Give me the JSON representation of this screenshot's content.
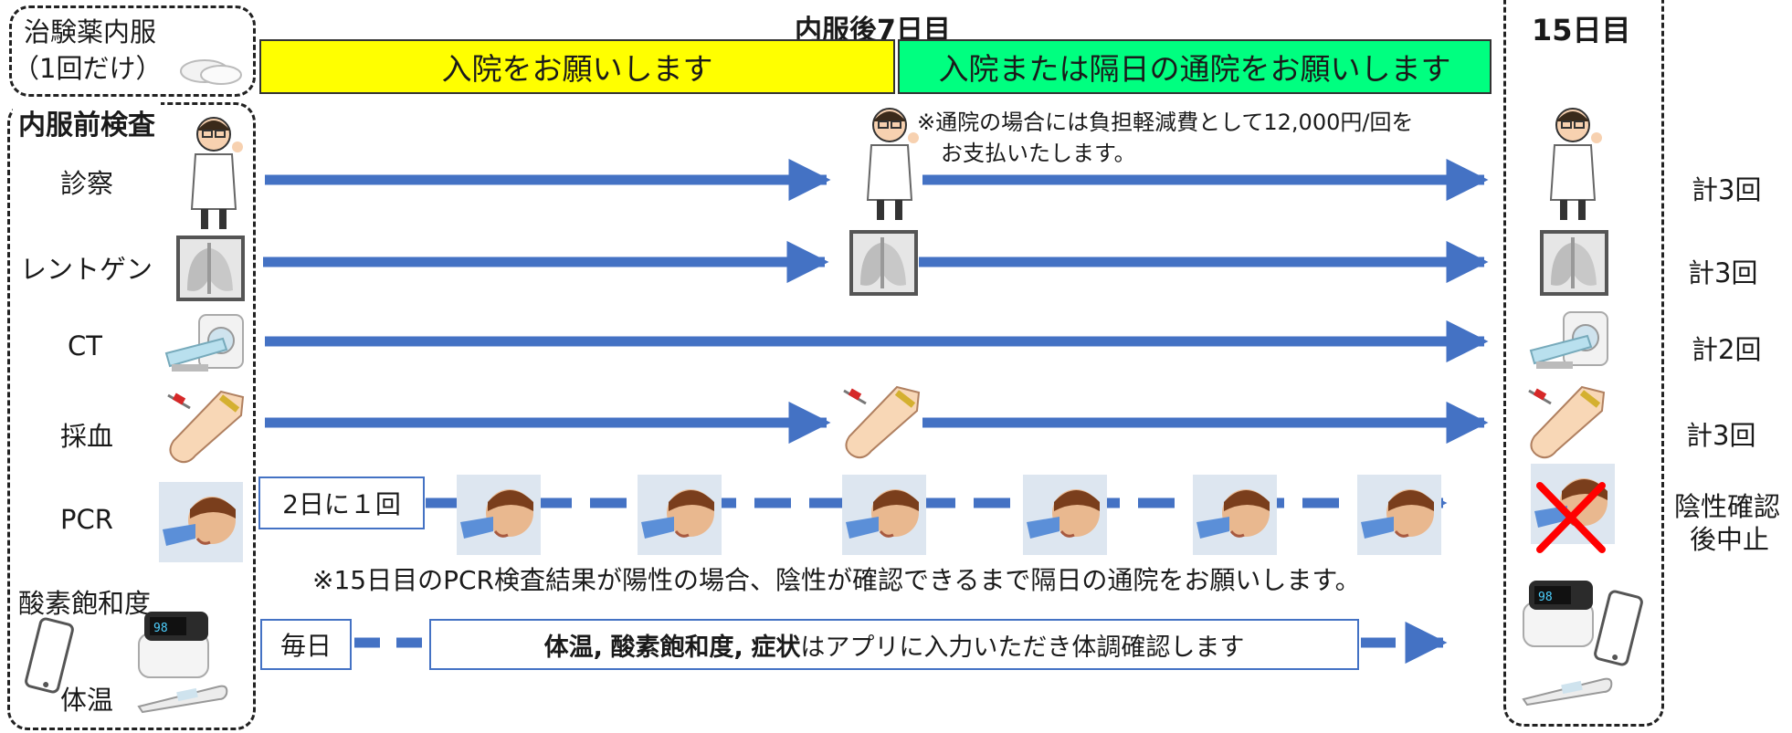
{
  "header": {
    "drug_line1": "治験薬内服",
    "drug_line2": "（1回だけ）",
    "day7_label": "内服後7日目",
    "day15_label": "15日目",
    "hospitalization_band": "入院をお願いします",
    "outpatient_band": "入院または隔日の通院をお願いします",
    "outpatient_note_line1": "※通院の場合には負担軽減費として12,000円/回を",
    "outpatient_note_line2": "お支払いたします。"
  },
  "pre_exam_title": "内服前検査",
  "rows": [
    {
      "label": "診察",
      "total": "計3回",
      "icon": "doctor-icon"
    },
    {
      "label": "レントゲン",
      "total": "計3回",
      "icon": "xray-icon"
    },
    {
      "label": "CT",
      "total": "計2回",
      "icon": "ct-scanner-icon"
    },
    {
      "label": "採血",
      "total": "計3回",
      "icon": "blood-draw-icon"
    },
    {
      "label": "PCR",
      "total_line1": "陰性確認",
      "total_line2": "後中止",
      "icon": "pcr-swab-icon"
    }
  ],
  "pcr_frequency": "2日に１回",
  "pcr_note": "※15日目のPCR検査結果が陽性の場合、陰性が確認できるまで隔日の通院をお願いします。",
  "vitals": {
    "label_oxygen": "酸素飽和度",
    "label_temp": "体温",
    "frequency": "毎日",
    "message_bold1": "体温,",
    "message_bold2": "酸素飽和度,",
    "message_bold3": "症状",
    "message_rest": "はアプリに入力いただき体調確認します"
  },
  "colors": {
    "arrow": "#4472c4",
    "hospital_band": "#ffff00",
    "outpatient_band": "#00ff80",
    "cross": "#ff0000"
  }
}
